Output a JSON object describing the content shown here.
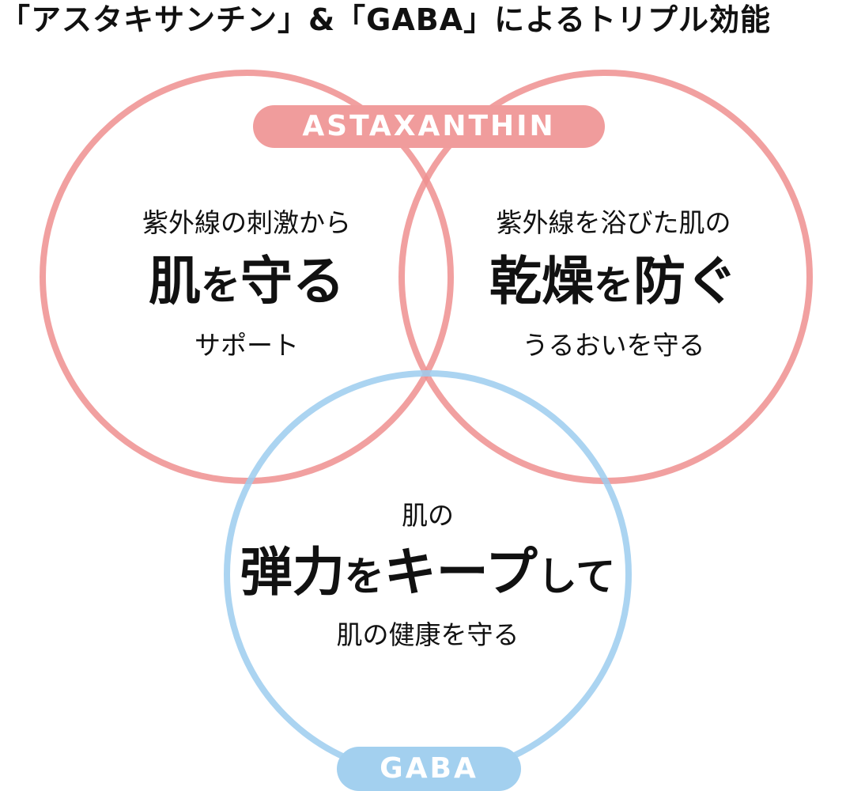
{
  "title": "「アスタキサンチン」&「GABA」によるトリプル効能",
  "colors": {
    "astaxanthin_stroke": "#ee8f8f",
    "astaxanthin_pill": "#f09c9c",
    "gaba_stroke": "#9ccdee",
    "gaba_pill": "#a3d0ef",
    "text": "#111111"
  },
  "labels": {
    "astaxanthin": "ASTAXANTHIN",
    "gaba": "GABA"
  },
  "circles": [
    {
      "id": "left",
      "source": "ASTAXANTHIN",
      "line1": "紫外線の刺激から",
      "main_a": "肌",
      "main_b": "を",
      "main_c": "守る",
      "line3": "サポート"
    },
    {
      "id": "right",
      "source": "ASTAXANTHIN",
      "line1": "紫外線を浴びた肌の",
      "main_a": "乾燥",
      "main_b": "を",
      "main_c": "防ぐ",
      "line3": "うるおいを守る"
    },
    {
      "id": "bottom",
      "source": "GABA",
      "line1": "肌の",
      "main_a": "弾力",
      "main_b": "を",
      "main_c": "キープ",
      "main_d": "して",
      "line3": "肌の健康を守る"
    }
  ]
}
